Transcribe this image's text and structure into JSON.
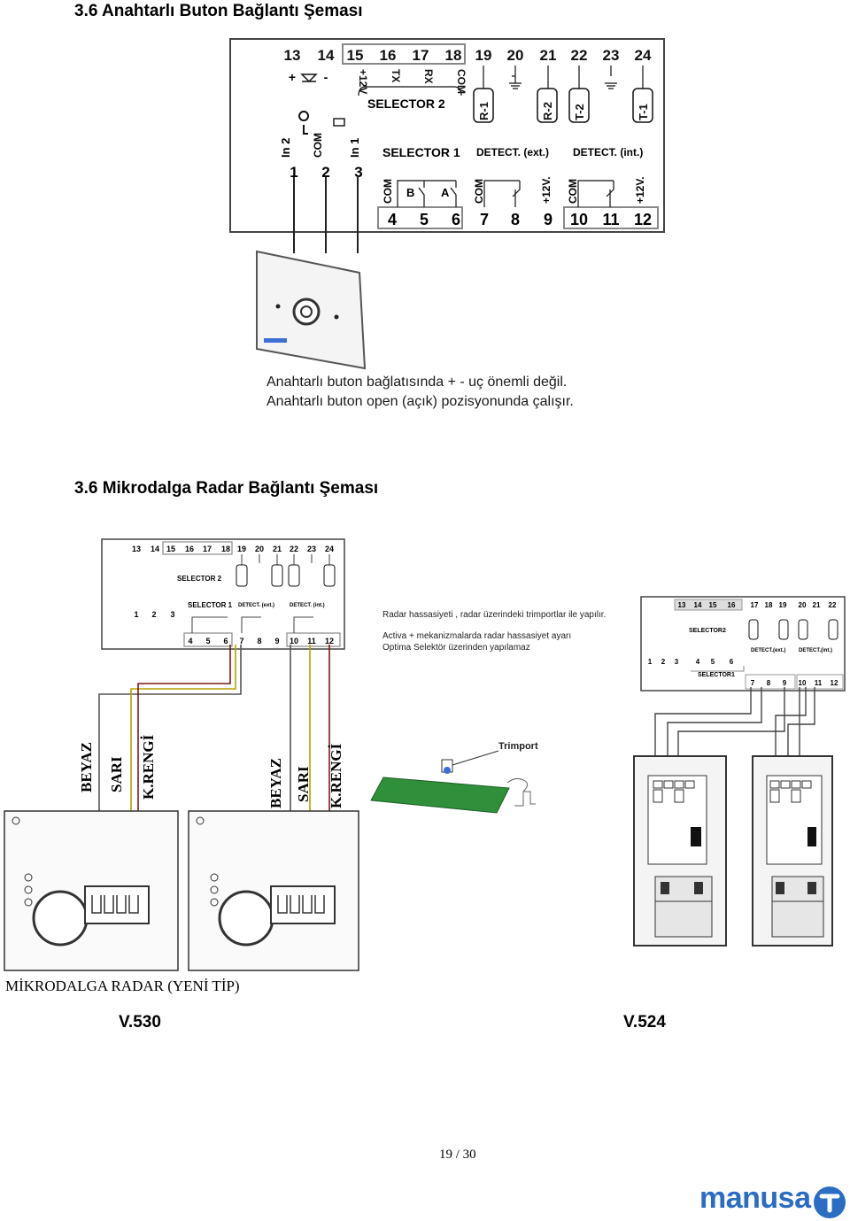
{
  "section1": {
    "title": "3.6 Anahtarlı Buton Bağlantı Şeması",
    "note_line1": "Anahtarlı buton bağlatısında + - uç önemli değil.",
    "note_line2": "Anahtarlı buton open (açık) pozisyonunda çalışır."
  },
  "section2": {
    "title": "3.6 Mikrodalga Radar Bağlantı Şeması",
    "note_line1": "Radar hassasiyeti , radar üzerindeki trimportlar ile yapılır.",
    "note_line2": "Activa  +  mekanizmalarda  radar  hassasiyet  ayarı",
    "note_line3": "Optima Selektör üzerinden yapılamaz",
    "trimport_label": "Trimport",
    "caption": "MİKRODALGA RADAR (YENİ TİP)",
    "model_left": "V.530",
    "model_right": "V.524"
  },
  "wires": {
    "white": "BEYAZ",
    "yellow": "SARI",
    "brown": "K.RENGİ"
  },
  "board": {
    "top_numbers": [
      "13",
      "14",
      "15",
      "16",
      "17",
      "18",
      "19",
      "20",
      "21",
      "22",
      "23",
      "24"
    ],
    "bottom_numbers": [
      "4",
      "5",
      "6",
      "7",
      "8",
      "9",
      "10",
      "11",
      "12"
    ],
    "left_numbers": [
      "1",
      "2",
      "3"
    ],
    "top_labels": [
      "+12V",
      "TX",
      "RX",
      "COM"
    ],
    "relays": [
      "R-1",
      "R-2",
      "T-2",
      "T-1"
    ],
    "selector1": "SELECTOR 1",
    "selector2": "SELECTOR 2",
    "detect_ext": "DETECT. (ext.)",
    "detect_int": "DETECT. (int.)",
    "com": "COM",
    "plus12": "+12V.",
    "in1": "In 1",
    "in2": "In 2",
    "a": "A",
    "b": "B",
    "plus": "+",
    "minus": "-"
  },
  "small_board": {
    "top_numbers": [
      "13",
      "14",
      "15",
      "16",
      "17",
      "18",
      "19",
      "20",
      "21",
      "22",
      "23",
      "24"
    ],
    "left_numbers": [
      "1",
      "2",
      "3"
    ],
    "bottom_numbers": [
      "4",
      "5",
      "6",
      "7",
      "8",
      "9",
      "10",
      "11",
      "12"
    ],
    "selector1": "SELECTOR 1",
    "selector2": "SELECTOR 2",
    "detect_ext": "DETECT. (ext.)",
    "detect_int": "DETECT. (int.)"
  },
  "v524_board": {
    "top_numbers": [
      "13",
      "14",
      "15",
      "16",
      "17",
      "18",
      "19",
      "20",
      "21",
      "22"
    ],
    "left_numbers": [
      "1",
      "2",
      "3"
    ],
    "bottom_numbers": [
      "4",
      "5",
      "6",
      "7",
      "8",
      "9",
      "10",
      "11",
      "12"
    ],
    "selector1": "SELECTOR1",
    "selector2": "SELECTOR2",
    "detect_ext": "DETECT.(ext.)",
    "detect_int": "DETECT.(int.)"
  },
  "footer": {
    "page": "19 / 30",
    "brand": "manusa"
  },
  "colors": {
    "brand_blue": "#2b6cc4",
    "pcb_green": "#2f8f3a",
    "wire_brown": "#7a1a12"
  }
}
